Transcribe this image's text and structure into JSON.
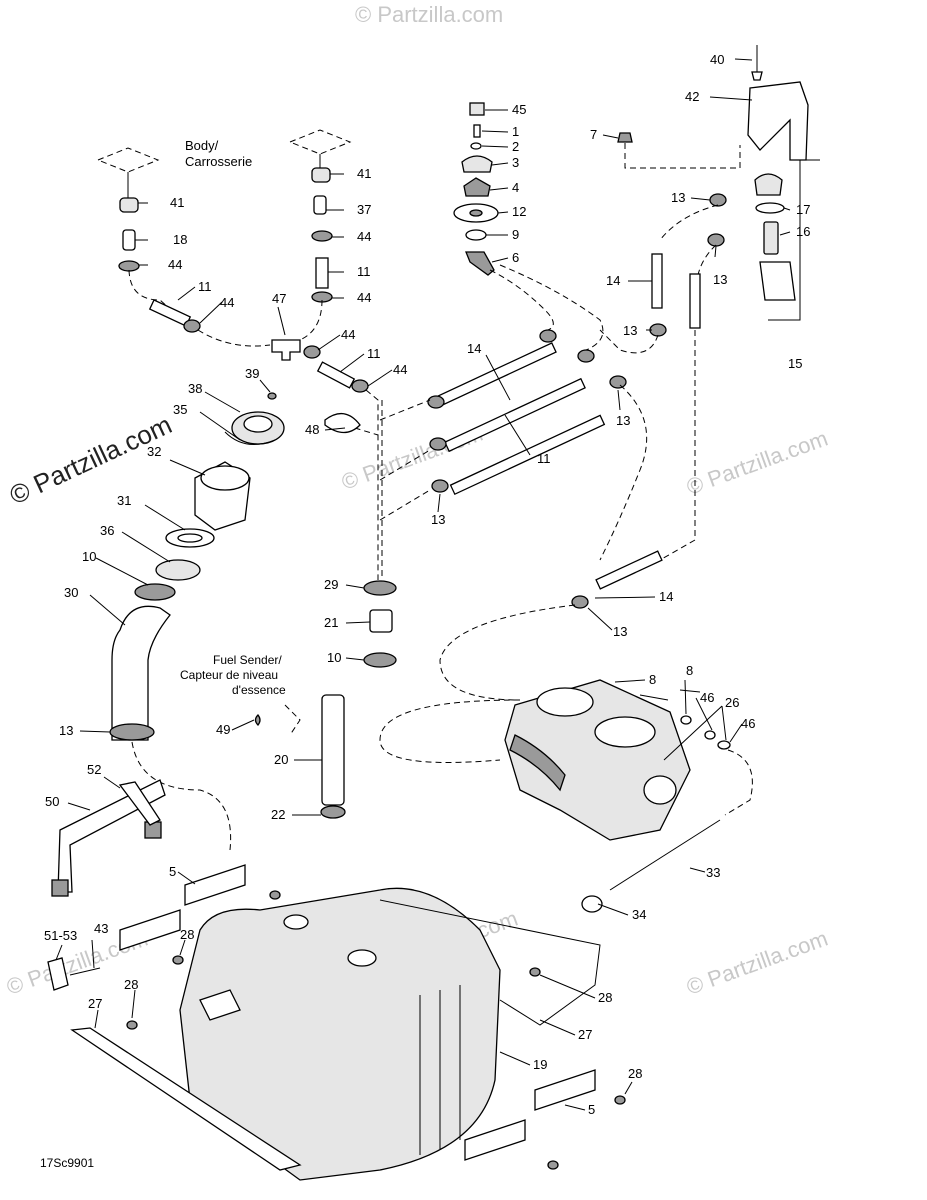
{
  "watermark": {
    "main": "© Partzilla.com",
    "repeat": "© Partzilla.com"
  },
  "figure_code": "17Sc9901",
  "captions": {
    "body_1": "Body/",
    "body_2": "Carrosserie",
    "sender_1": "Fuel Sender/",
    "sender_2": "Capteur de niveau",
    "sender_3": "d'essence"
  },
  "callouts": [
    "40",
    "42",
    "45",
    "1",
    "2",
    "3",
    "4",
    "12",
    "9",
    "6",
    "7",
    "13",
    "17",
    "16",
    "14",
    "13",
    "13",
    "15",
    "41",
    "41",
    "37",
    "44",
    "18",
    "44",
    "11",
    "44",
    "11",
    "44",
    "47",
    "44",
    "11",
    "44",
    "39",
    "38",
    "35",
    "48",
    "14",
    "11",
    "13",
    "13",
    "13",
    "32",
    "31",
    "36",
    "10",
    "30",
    "29",
    "21",
    "10",
    "14",
    "13",
    "8",
    "8",
    "46",
    "26",
    "46",
    "49",
    "20",
    "10",
    "52",
    "50",
    "22",
    "33",
    "5",
    "34",
    "51-53",
    "43",
    "28",
    "28",
    "27",
    "28",
    "27",
    "19",
    "28",
    "5"
  ]
}
